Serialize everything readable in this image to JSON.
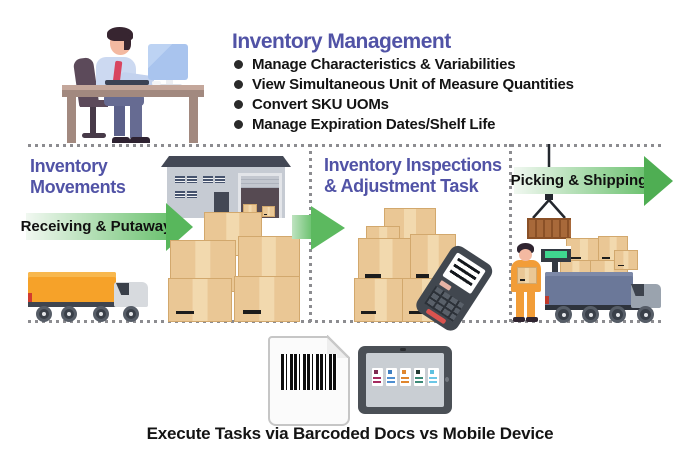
{
  "header": {
    "title": "Inventory Management",
    "bullets": [
      "Manage Characteristics & Variabilities",
      "View Simultaneous Unit of Measure Quantities",
      "Convert SKU UOMs",
      "Manage Expiration Dates/Shelf Life"
    ]
  },
  "flow": {
    "panel1": {
      "title_line1": "Inventory",
      "title_line2": "Movements",
      "arrow": "Receiving & Putaway"
    },
    "panel2": {
      "title_line1": "Inventory Inspections",
      "title_line2": "& Adjustment Task"
    },
    "panel3": {
      "arrow": "Picking & Shipping"
    }
  },
  "footer": {
    "caption": "Execute Tasks via Barcoded Docs vs Mobile Device"
  },
  "icons": [
    "person-at-desk",
    "computer-monitor",
    "warehouse",
    "boxes-stack",
    "tanker-truck",
    "barcode-scanner",
    "crane-hook",
    "cargo-crate",
    "weighing-scale",
    "warehouse-worker",
    "cargo-truck",
    "barcode-document",
    "tablet-device"
  ],
  "colors": {
    "title_purple": "#5153a6",
    "text_black": "#141414",
    "arrow_green": "#58b75c",
    "arrow_light_green": "#f1f8f1",
    "dashed_border_gray": "#8c8c90",
    "box_tan": "#eac795",
    "truck_orange": "#f6a229",
    "truck_blue": "#6b7899"
  }
}
